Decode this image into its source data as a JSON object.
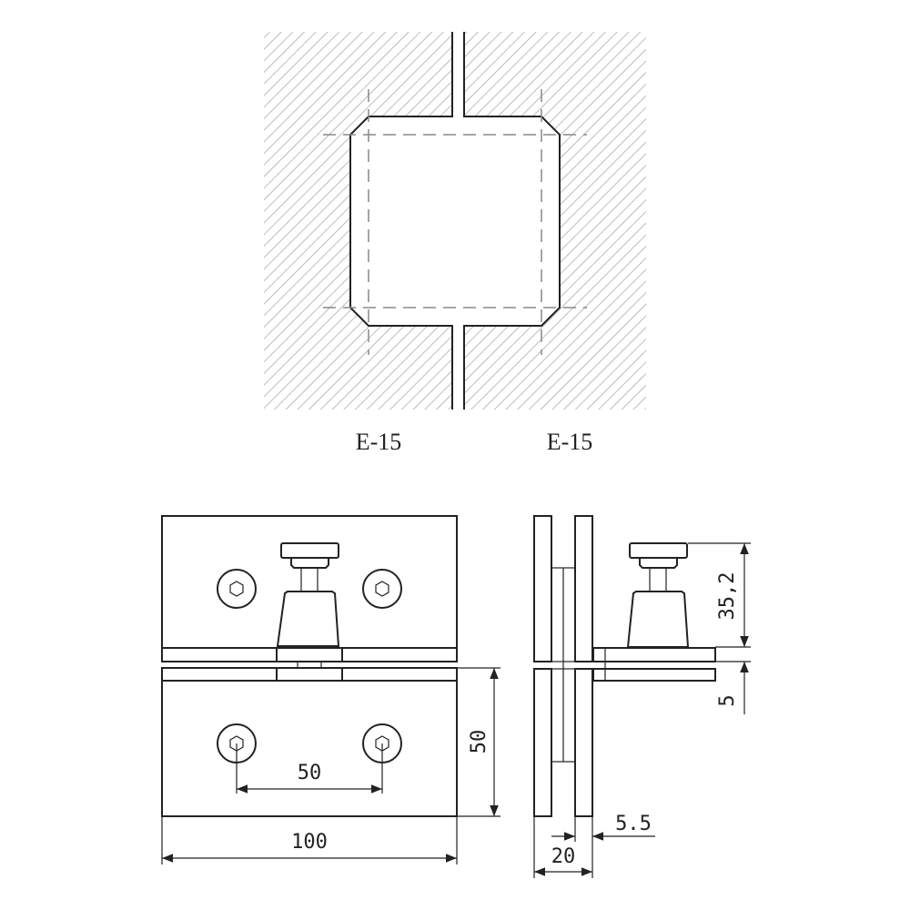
{
  "top_view": {
    "left_label": "E-15",
    "right_label": "E-15"
  },
  "front_view": {
    "dim_hole_spacing": "50",
    "dim_width": "100",
    "dim_height": "50"
  },
  "side_view": {
    "dim_knob_height": "35,2",
    "dim_gap": "5",
    "dim_glass": "5.5",
    "dim_depth": "20"
  }
}
